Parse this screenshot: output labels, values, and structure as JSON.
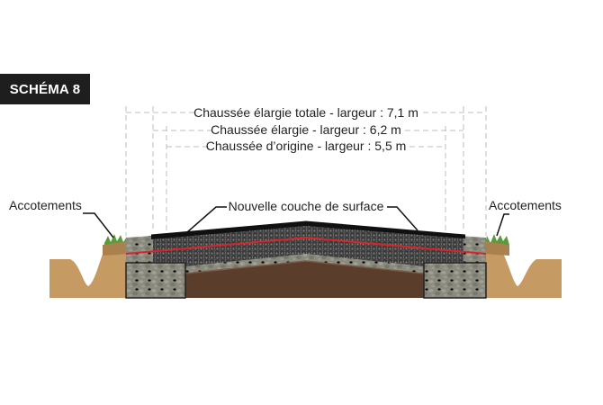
{
  "badge": {
    "label": "SCHÉMA 8"
  },
  "dimensions": {
    "total": "Chaussée élargie totale - largeur : 7,1 m",
    "widened": "Chaussée élargie - largeur : 6,2 m",
    "original": "Chaussée d’origine - largeur : 5,5 m"
  },
  "labels": {
    "surface": "Nouvelle couche de surface",
    "shoulder_left": "Accotements",
    "shoulder_right": "Accotements"
  },
  "colors": {
    "soil": "#c69b63",
    "subgrade": "#5a3d2b",
    "gravel": "#8e8c80",
    "aggregate": "#3c3c3c",
    "asphalt": "#111111",
    "geotextile": "#d6262a",
    "grass": "#5a9a3a",
    "dimension": "#bdbdbd"
  }
}
